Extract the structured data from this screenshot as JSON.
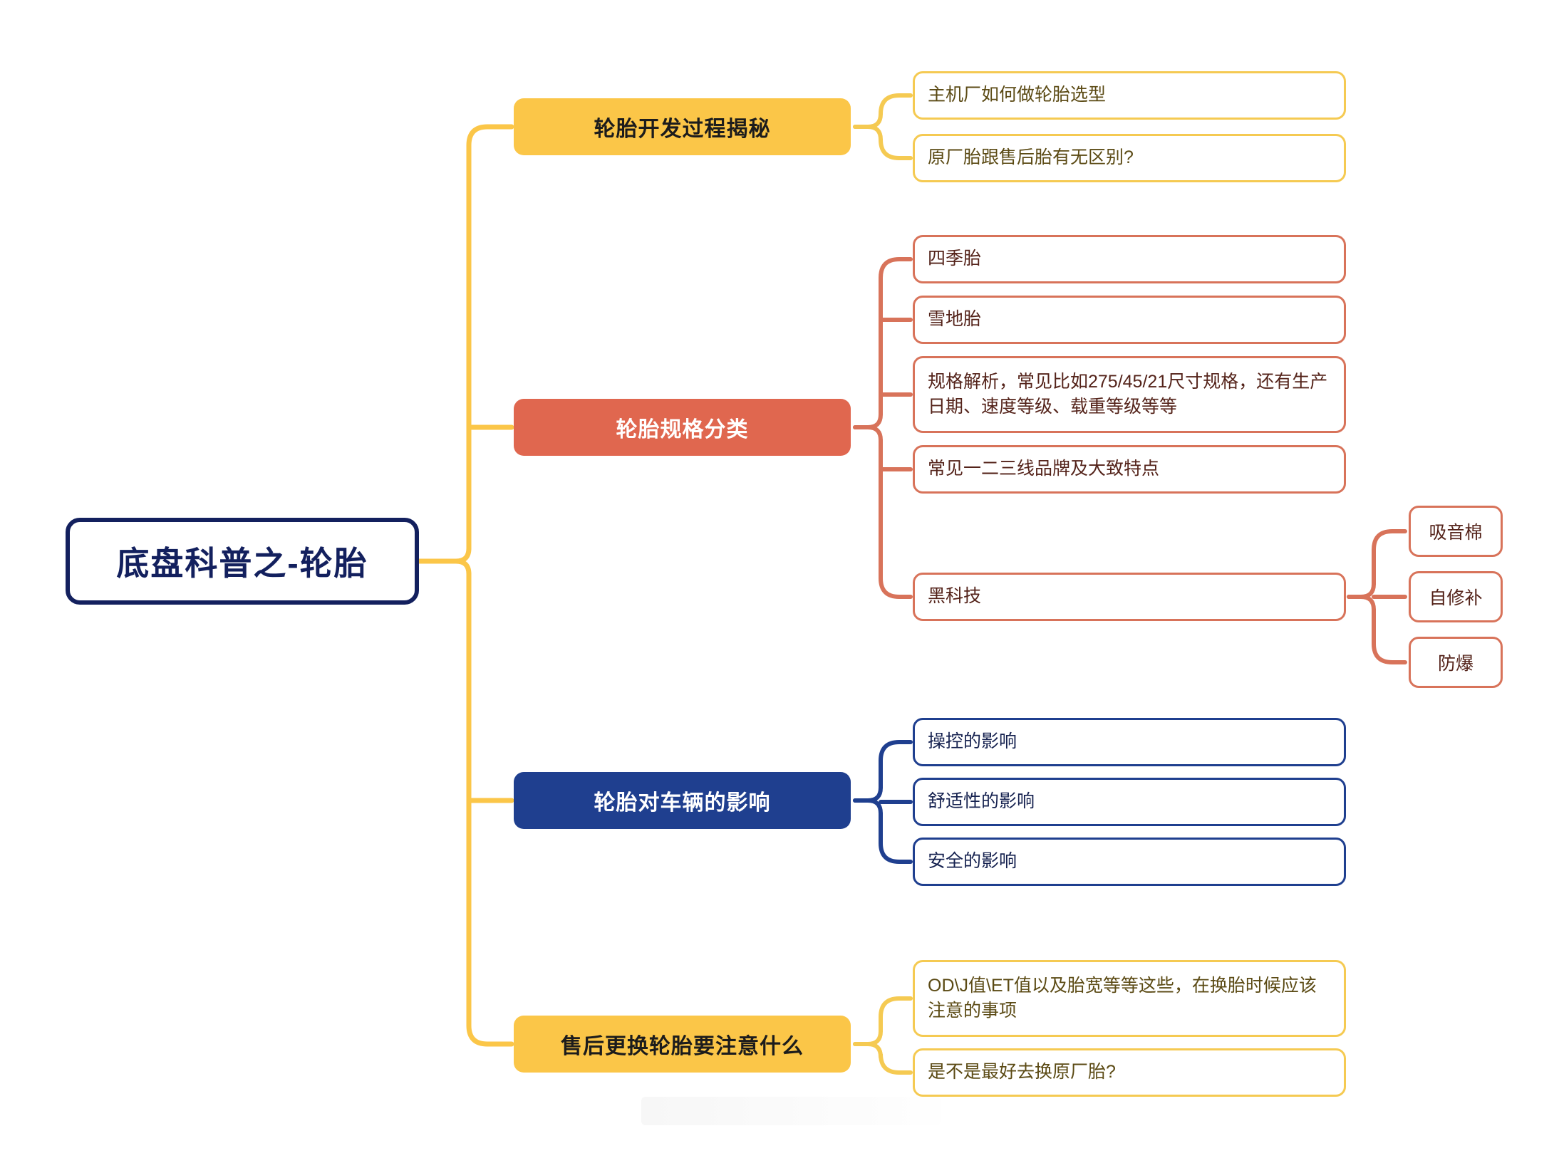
{
  "diagram": {
    "type": "mindmap",
    "title": "底盘科普之-轮胎",
    "colors": {
      "root_border": "#13205e",
      "root_text": "#13205e",
      "yellow": "#fbc648",
      "orange": "#e0674f",
      "blue": "#1f3f8f",
      "leaf_yellow_border": "#f5ca52",
      "leaf_orange_border": "#d8735a",
      "leaf_blue_border": "#1f3f8f",
      "background": "#ffffff"
    },
    "root": {
      "label": "底盘科普之-轮胎"
    },
    "branches": [
      {
        "label": "轮胎开发过程揭秘",
        "color": "yellow",
        "children": [
          {
            "label": "主机厂如何做轮胎选型"
          },
          {
            "label": "原厂胎跟售后胎有无区别?"
          }
        ]
      },
      {
        "label": "轮胎规格分类",
        "color": "orange",
        "children": [
          {
            "label": "四季胎"
          },
          {
            "label": "雪地胎"
          },
          {
            "label": "规格解析，常见比如275/45/21尺寸规格，还有生产日期、速度等级、载重等级等等"
          },
          {
            "label": "常见一二三线品牌及大致特点"
          },
          {
            "label": "黑科技",
            "children": [
              {
                "label": "吸音棉"
              },
              {
                "label": "自修补"
              },
              {
                "label": "防爆"
              }
            ]
          }
        ]
      },
      {
        "label": "轮胎对车辆的影响",
        "color": "blue",
        "children": [
          {
            "label": "操控的影响"
          },
          {
            "label": "舒适性的影响"
          },
          {
            "label": "安全的影响"
          }
        ]
      },
      {
        "label": "售后更换轮胎要注意什么",
        "color": "yellow",
        "children": [
          {
            "label": "OD\\J值\\ET值以及胎宽等等这些，在换胎时候应该注意的事项"
          },
          {
            "label": "是不是最好去换原厂胎?"
          }
        ]
      }
    ]
  }
}
